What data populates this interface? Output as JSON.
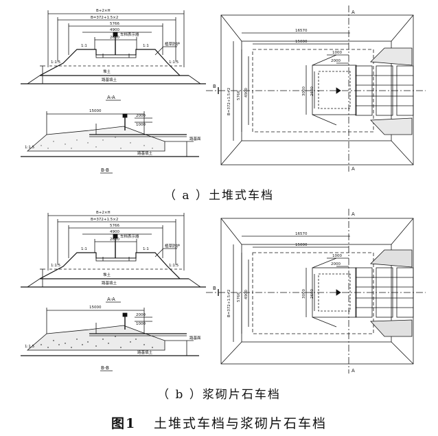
{
  "panels": [
    {
      "caption": "（ a ）土堆式车档",
      "section_aa": {
        "dim_top": "B+2×H",
        "dim_b": "B=372+1.5×2",
        "dim_w": "5766",
        "dim_4900": "4900",
        "dim_2600": "2600",
        "label_indicator": "车档表示器",
        "label_slope_protection": "植草防护",
        "slope_1": "1:1",
        "slope_15": "1:1.5",
        "fill_label": "堆土",
        "roadbed_label": "路基填土",
        "section_mark": "A-A"
      },
      "section_bb": {
        "dim_15000": "15000",
        "dim_2000": "2000",
        "dim_1000": "1000",
        "slope_15": "1:1.5",
        "roadbed_label": "路基填土",
        "grade_label": "路基面",
        "section_mark": "B-B"
      },
      "plan": {
        "dim_16570": "16570",
        "dim_15000": "15000",
        "dim_1000": "1000",
        "dim_2000": "2000",
        "dim_v_b": "B=372+1.5×2",
        "dim_v_5766": "5766",
        "dim_v_4900": "4900",
        "dim_v_3000": "3000",
        "dim_v_2600": "2600",
        "mark_a": "A",
        "mark_b": "B"
      }
    },
    {
      "caption": "（ b ）浆砌片石车档",
      "section_aa": {
        "dim_top": "B+2×H",
        "dim_b": "B=372+1.5×2",
        "dim_w": "5766",
        "dim_4900": "4900",
        "dim_2600": "2600",
        "label_indicator": "车档表示器",
        "label_slope_protection": "植草防护",
        "slope_1": "1:1",
        "slope_15": "1:1.5",
        "fill_label": "堆土",
        "roadbed_label": "路基填土",
        "section_mark": "A-A"
      },
      "section_bb": {
        "dim_15000": "15000",
        "dim_2000": "2000",
        "dim_1000": "1000",
        "slope_15": "1:1.5",
        "roadbed_label": "路基填土",
        "grade_label": "路基面",
        "section_mark": "B-B"
      },
      "plan": {
        "dim_16570": "16570",
        "dim_15000": "15000",
        "dim_1000": "1000",
        "dim_2000": "2000",
        "dim_v_b": "B=372+1.5×2",
        "dim_v_5766": "5766",
        "dim_v_4900": "4900",
        "dim_v_3000": "3000",
        "dim_v_2600": "2600",
        "mark_a": "A",
        "mark_b": "B"
      }
    }
  ],
  "figure": {
    "number": "图1",
    "title": "土堆式车档与浆砌片石车档"
  }
}
